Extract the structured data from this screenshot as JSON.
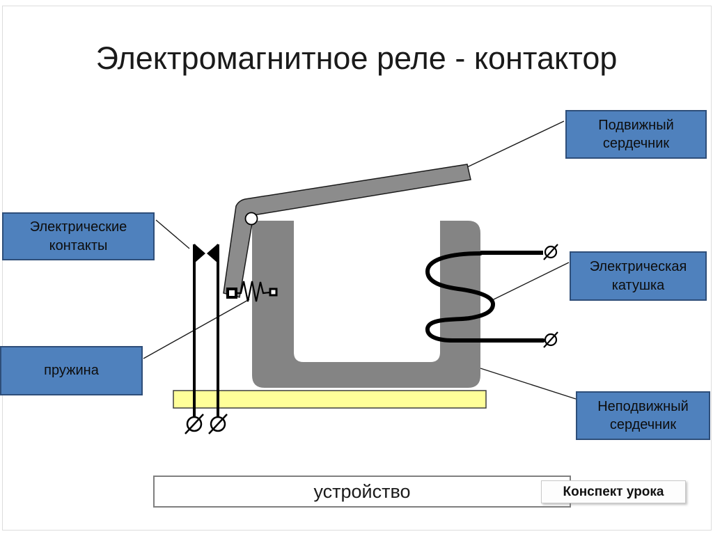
{
  "slide": {
    "title": "Электромагнитное реле - контактор",
    "labels": {
      "movable_core": "Подвижный сердечник",
      "electrical_contacts": "Электрические контакты",
      "coil": "Электрическая катушка",
      "spring": "пружина",
      "fixed_core": "Неподвижный сердечник"
    },
    "footer": {
      "device": "устройство",
      "lesson_notes": "Конспект урока"
    },
    "colors": {
      "label_fill": "#4F81BD",
      "label_border": "#2E4E79",
      "core_gray": "#848484",
      "armature_gray": "#8C8C8C",
      "base_yellow": "#FFFF99",
      "wire_black": "#000000"
    }
  }
}
